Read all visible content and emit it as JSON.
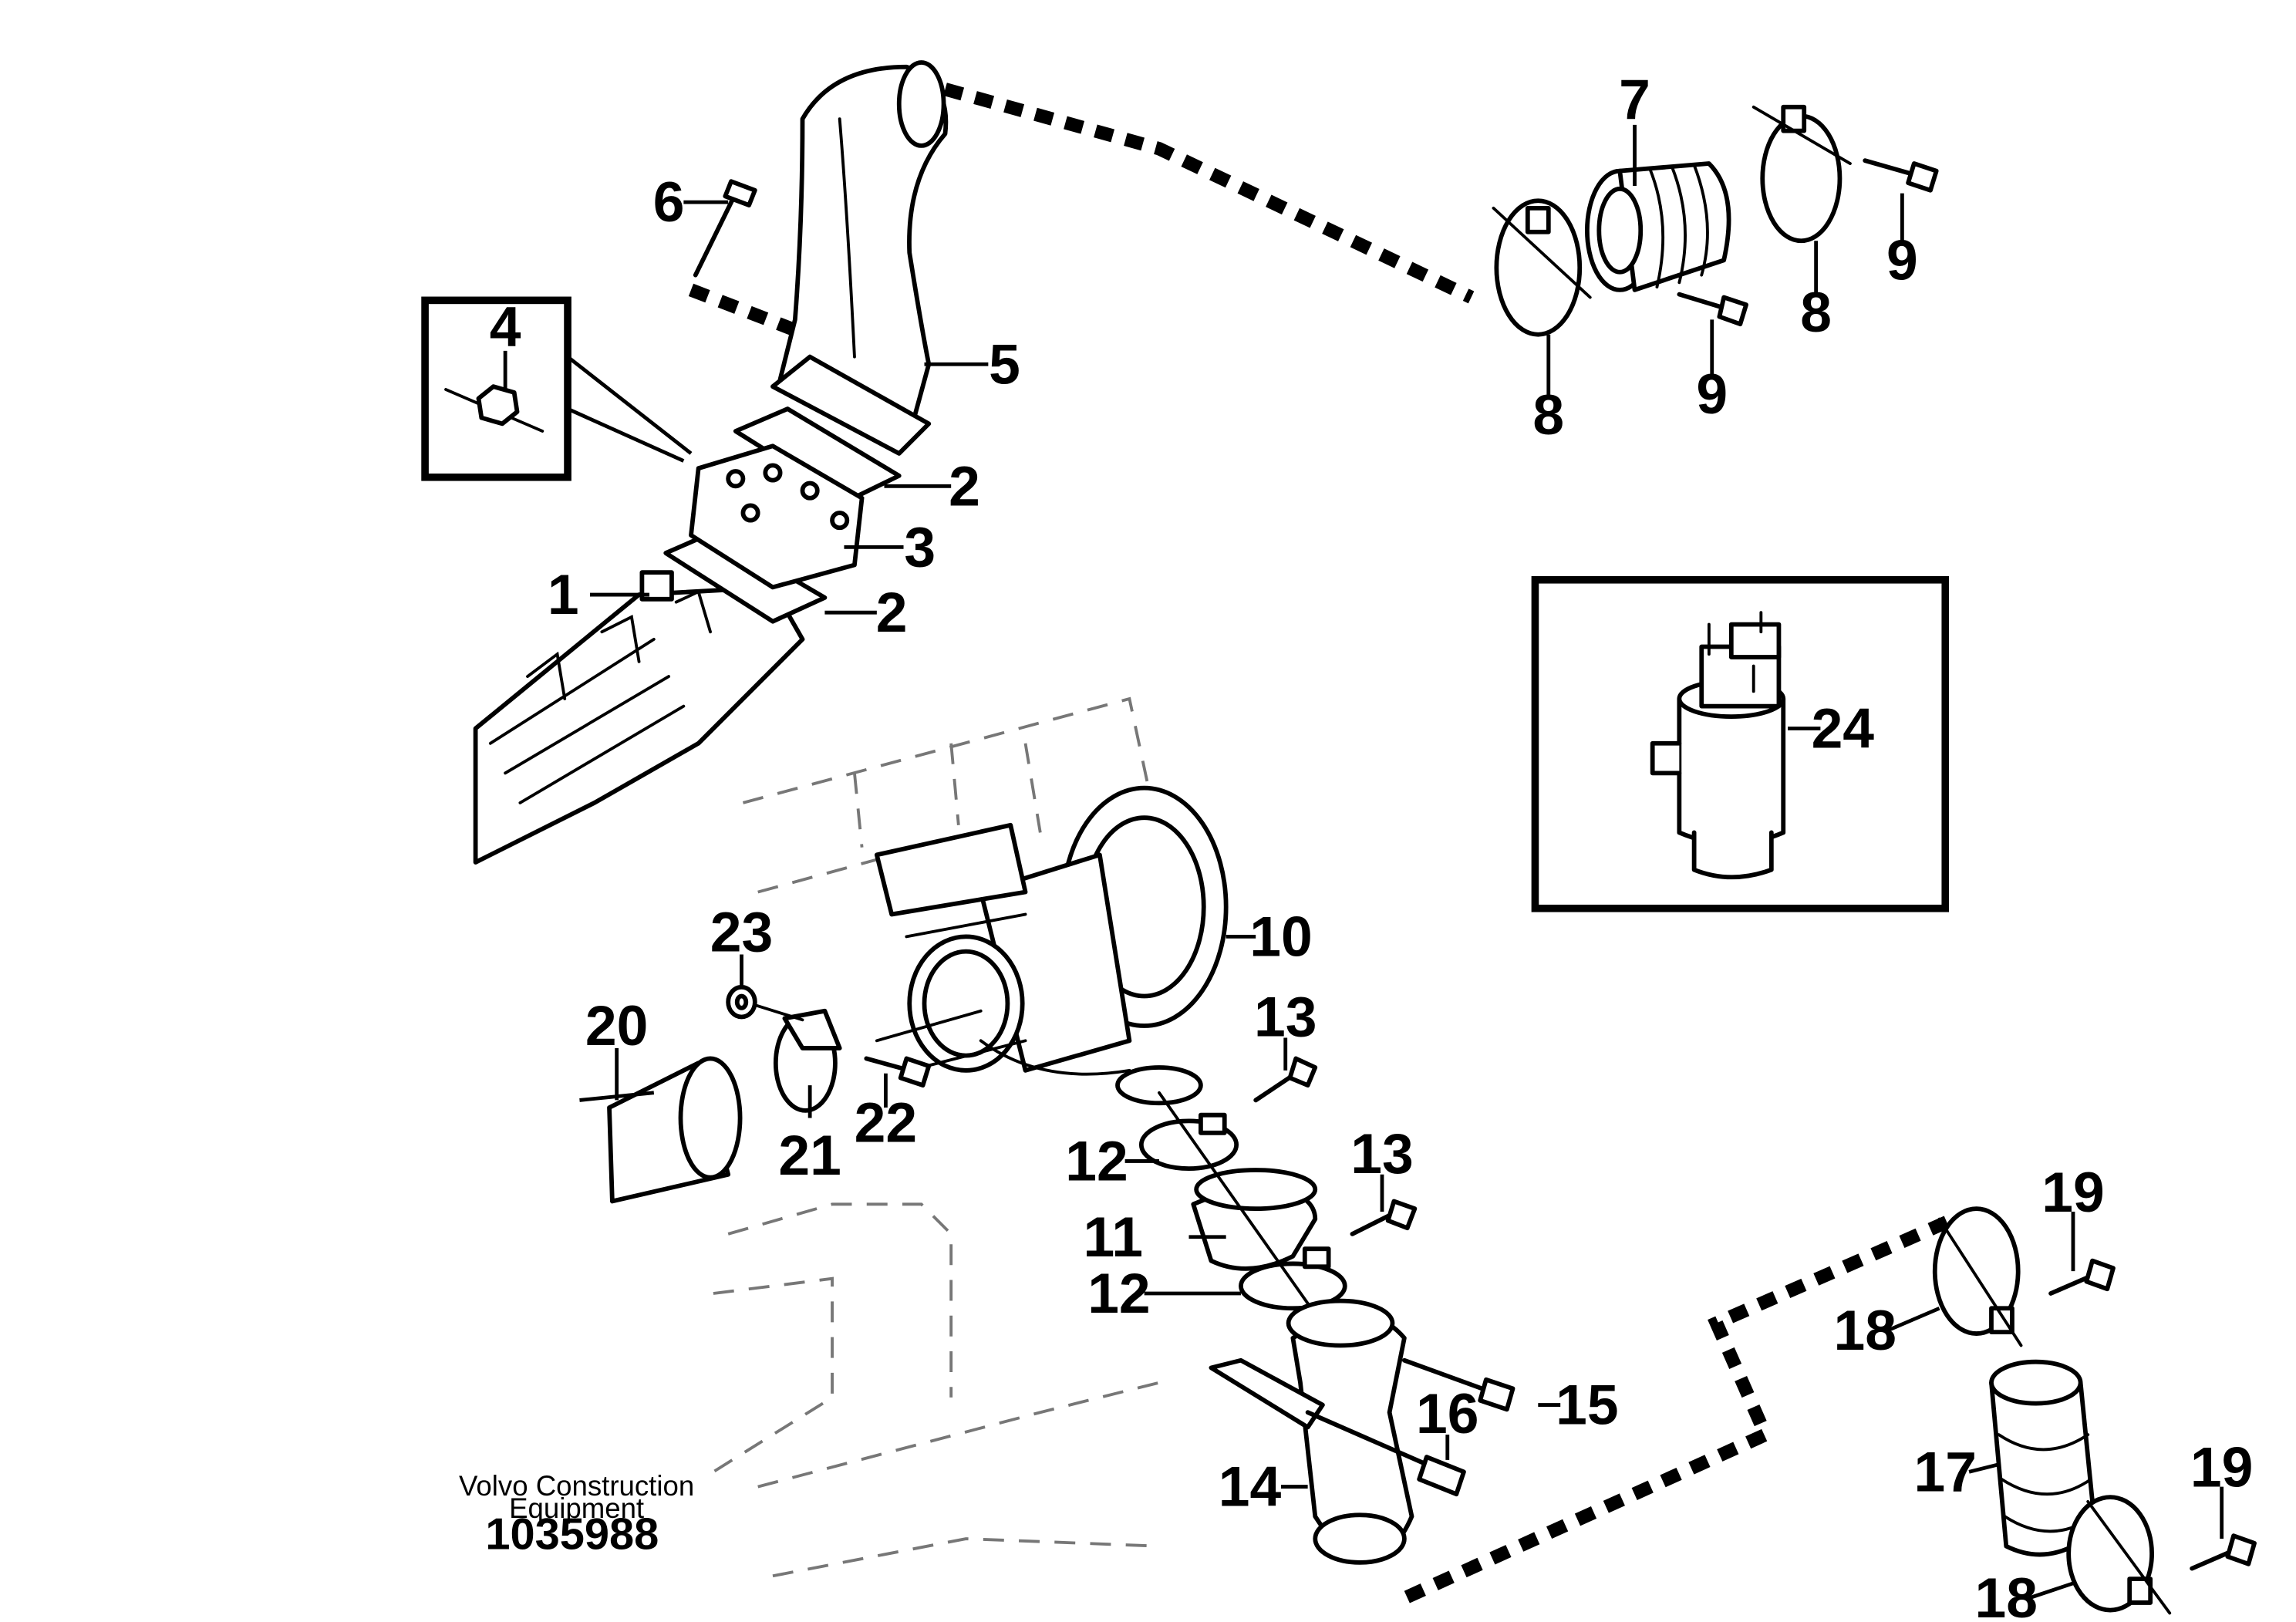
{
  "callouts": {
    "c1": "1",
    "c2a": "2",
    "c2b": "2",
    "c3": "3",
    "c4": "4",
    "c5": "5",
    "c6": "6",
    "c7": "7",
    "c8a": "8",
    "c8b": "8",
    "c9a": "9",
    "c9b": "9",
    "c10": "10",
    "c11": "11",
    "c12a": "12",
    "c12b": "12",
    "c13a": "13",
    "c13b": "13",
    "c14": "14",
    "c15": "15",
    "c16": "16",
    "c17": "17",
    "c18a": "18",
    "c18b": "18",
    "c19a": "19",
    "c19b": "19",
    "c20": "20",
    "c21": "21",
    "c22": "22",
    "c23": "23",
    "c24": "24"
  },
  "footer": {
    "credit_line1": "Volvo Construction",
    "credit_line2": "Equipment",
    "drawing_number": "1035988"
  }
}
